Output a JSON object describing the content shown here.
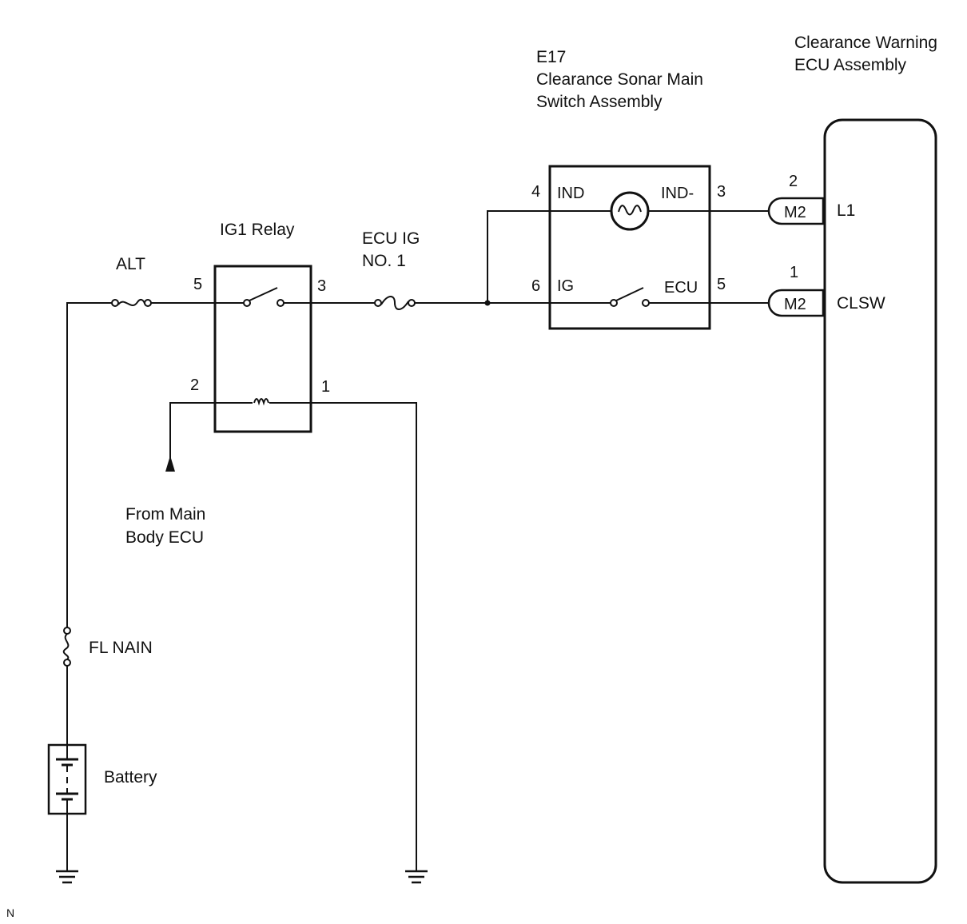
{
  "diagram": {
    "ecu": {
      "title_line1": "Clearance Warning",
      "title_line2": "ECU Assembly"
    },
    "switch": {
      "code": "E17",
      "title_line1": "Clearance Sonar Main",
      "title_line2": "Switch Assembly",
      "pin_ind_num": "4",
      "pin_ind_label": "IND",
      "pin_indneg_label": "IND-",
      "pin_indneg_num": "3",
      "pin_ig_num": "6",
      "pin_ig_label": "IG",
      "pin_ecu_label": "ECU",
      "pin_ecu_num": "5"
    },
    "connectors": [
      {
        "pin": "2",
        "name": "M2",
        "terminal": "L1"
      },
      {
        "pin": "1",
        "name": "M2",
        "terminal": "CLSW"
      }
    ],
    "relay": {
      "title": "IG1 Relay",
      "pin5": "5",
      "pin3": "3",
      "pin2": "2",
      "pin1": "1"
    },
    "fuse_alt": "ALT",
    "fuse_ecu_ig_line1": "ECU IG",
    "fuse_ecu_ig_line2": "NO. 1",
    "fuse_fl_main": "FL NAIN",
    "battery": "Battery",
    "from_main_line1": "From Main",
    "from_main_line2": "Body ECU",
    "corner_mark": "N"
  }
}
